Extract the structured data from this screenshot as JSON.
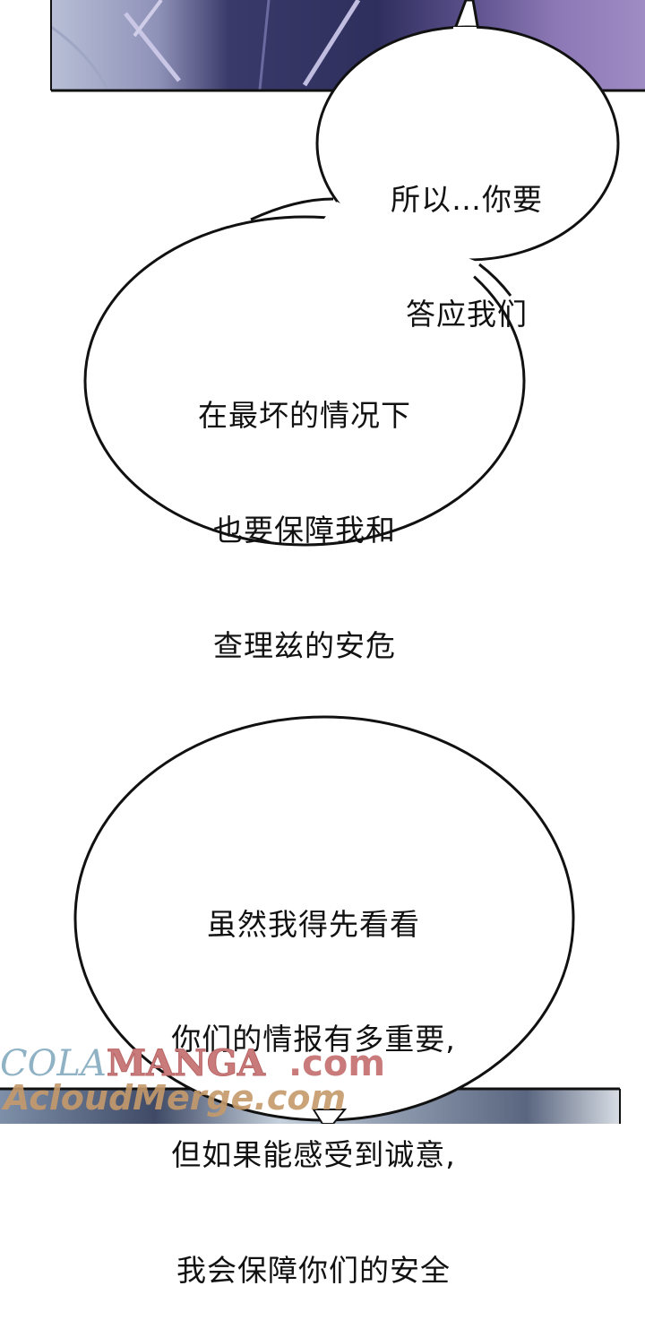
{
  "page": {
    "type": "manga-page",
    "background_color": "#ffffff"
  },
  "panels": {
    "top": {
      "description": "character in dark navy jacket with zipper",
      "colors": [
        "#3b3a6e",
        "#7a6ea8",
        "#b9b4d8"
      ]
    },
    "bottom": {
      "description": "blurred grey-blue background",
      "colors": [
        "#6f7f96",
        "#c9d3de",
        "#4a5670"
      ]
    }
  },
  "bubbles": [
    {
      "id": "bubble-1",
      "lines": [
        "所以…你要",
        "答应我们"
      ]
    },
    {
      "id": "bubble-2",
      "lines": [
        "在最坏的情况下",
        "也要保障我和",
        "查理兹的安危"
      ]
    },
    {
      "id": "bubble-3",
      "lines": [
        "虽然我得先看看",
        "你们的情报有多重要,",
        "但如果能感受到诚意,",
        "我会保障你们的安全"
      ]
    }
  ],
  "watermarks": {
    "line1": {
      "cola": "COLA",
      "manga": "MANGA",
      "dotcom": ".com"
    },
    "line2": "AcloudMerge.com"
  }
}
